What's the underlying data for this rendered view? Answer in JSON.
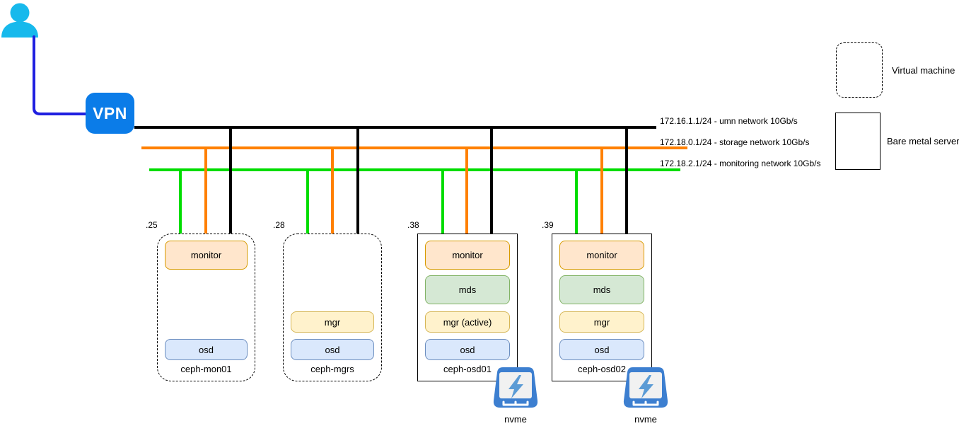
{
  "vpn": {
    "label": "VPN"
  },
  "networks": [
    {
      "name": "umn",
      "label": "172.16.1.1/24 - umn network 10Gb/s",
      "color": "#000000"
    },
    {
      "name": "storage",
      "label": "172.18.0.1/24 - storage network 10Gb/s",
      "color": "#FF8000"
    },
    {
      "name": "monitoring",
      "label": "172.18.2.1/24 - monitoring network 10Gb/s",
      "color": "#00DD00"
    }
  ],
  "nodes": [
    {
      "name": "ceph-mon01",
      "ip": ".25",
      "type": "virtual-machine",
      "components": [
        {
          "label": "monitor",
          "kind": "monitor"
        },
        {
          "label": "osd",
          "kind": "osd"
        }
      ]
    },
    {
      "name": "ceph-mgrs",
      "ip": ".28",
      "type": "virtual-machine",
      "components": [
        {
          "label": "mgr",
          "kind": "mgr"
        },
        {
          "label": "osd",
          "kind": "osd"
        }
      ]
    },
    {
      "name": "ceph-osd01",
      "ip": ".38",
      "type": "bare-metal-server",
      "components": [
        {
          "label": "monitor",
          "kind": "monitor"
        },
        {
          "label": "mds",
          "kind": "mds"
        },
        {
          "label": "mgr (active)",
          "kind": "mgr"
        },
        {
          "label": "osd",
          "kind": "osd"
        }
      ],
      "storage_label": "nvme"
    },
    {
      "name": "ceph-osd02",
      "ip": ".39",
      "type": "bare-metal-server",
      "components": [
        {
          "label": "monitor",
          "kind": "monitor"
        },
        {
          "label": "mds",
          "kind": "mds"
        },
        {
          "label": "mgr",
          "kind": "mgr"
        },
        {
          "label": "osd",
          "kind": "osd"
        }
      ],
      "storage_label": "nvme"
    }
  ],
  "legend": {
    "items": [
      {
        "label": "Virtual machine",
        "style": "dashed"
      },
      {
        "label": "Bare metal server",
        "style": "solid"
      }
    ]
  },
  "colors": {
    "user_icon": "#17B9EC",
    "vpn_bg": "#0B7CE8",
    "vpn_link": "#2020E0",
    "component_monitor_bg": "#FFE6CC",
    "component_monitor_border": "#D79B00",
    "component_mds_bg": "#D5E8D4",
    "component_mds_border": "#82B366",
    "component_mgr_bg": "#FFF2CC",
    "component_mgr_border": "#D6B656",
    "component_osd_bg": "#DAE8FC",
    "component_osd_border": "#6C8EBF",
    "nvme_icon": "#3D7FD0"
  }
}
